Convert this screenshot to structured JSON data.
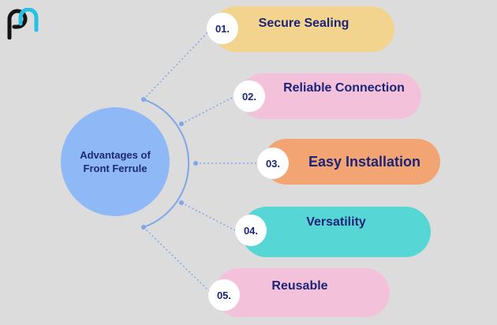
{
  "colors": {
    "background": "#dcdcdc",
    "hub": "#8fb8f7",
    "connector": "#7fa6e6",
    "text": "#1b2478",
    "logo_cyan": "#25c2e6",
    "logo_dark": "#141414"
  },
  "logo": {
    "icon": "brand-logo-icon"
  },
  "hub": {
    "title": "Advantages of Front Ferrule"
  },
  "items": [
    {
      "number": "01.",
      "label": "Secure Sealing",
      "color": "#f3d48e"
    },
    {
      "number": "02.",
      "label": "Reliable Connection",
      "color": "#f3c2da"
    },
    {
      "number": "03.",
      "label": "Easy Installation",
      "color": "#f2a473"
    },
    {
      "number": "04.",
      "label": "Versatility",
      "color": "#57d6d6"
    },
    {
      "number": "05.",
      "label": "Reusable",
      "color": "#f3c2da"
    }
  ]
}
